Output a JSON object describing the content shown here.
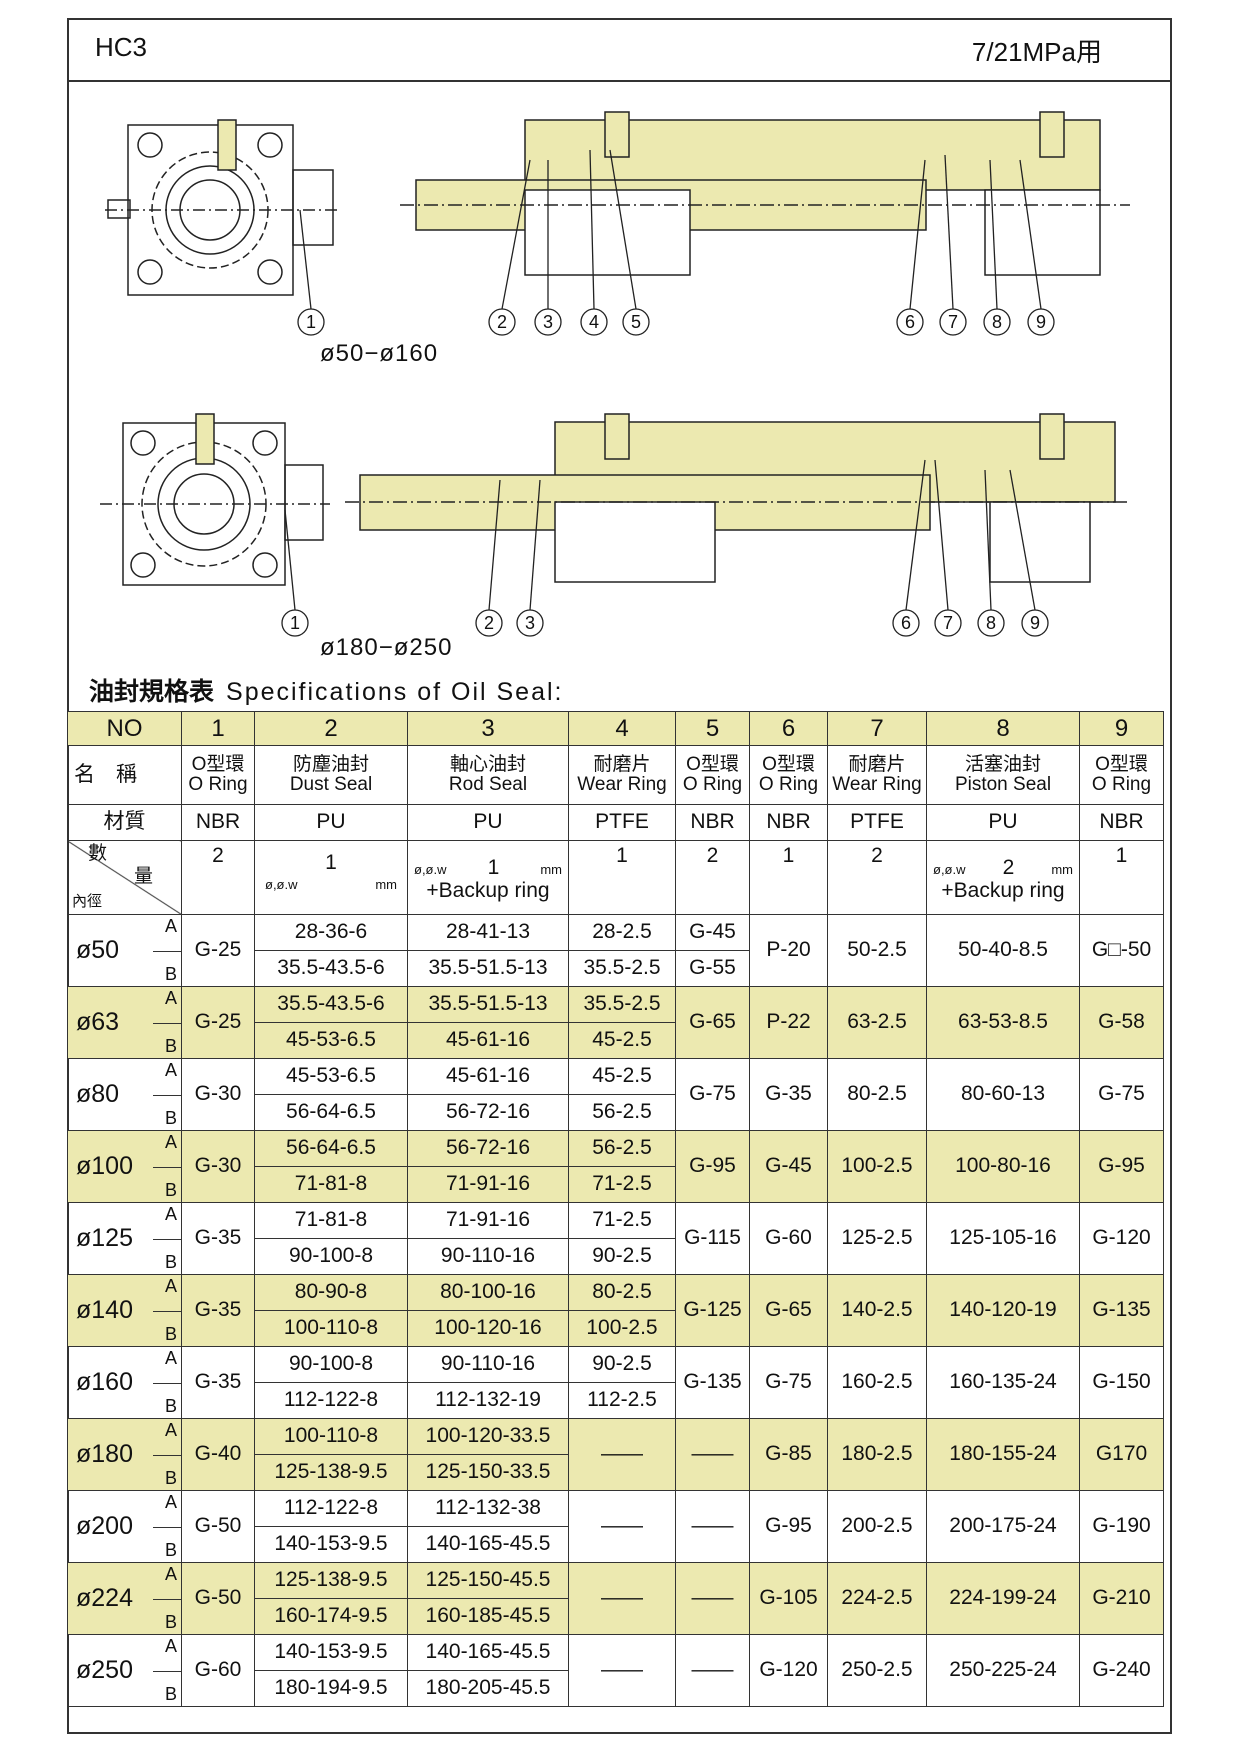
{
  "header": {
    "model": "HC3",
    "pressure": "7/21MPa用"
  },
  "drawings": {
    "top": {
      "range": "ø50−ø160",
      "callouts": [
        "1",
        "2",
        "3",
        "4",
        "5",
        "6",
        "7",
        "8",
        "9"
      ]
    },
    "bottom": {
      "range": "ø180−ø250",
      "callouts": [
        "1",
        "2",
        "3",
        "6",
        "7",
        "8",
        "9"
      ]
    }
  },
  "spec": {
    "title_zh": "油封規格表",
    "title_en": "Specifications of Oil Seal:"
  },
  "table": {
    "no_label": "NO",
    "numbers": [
      "1",
      "2",
      "3",
      "4",
      "5",
      "6",
      "7",
      "8",
      "9"
    ],
    "name_label": "名　稱",
    "names": [
      [
        "O型環",
        "O Ring"
      ],
      [
        "防塵油封",
        "Dust Seal"
      ],
      [
        "軸心油封",
        "Rod Seal"
      ],
      [
        "耐磨片",
        "Wear Ring"
      ],
      [
        "O型環",
        "O Ring"
      ],
      [
        "O型環",
        "O Ring"
      ],
      [
        "耐磨片",
        "Wear Ring"
      ],
      [
        "活塞油封",
        "Piston Seal"
      ],
      [
        "O型環",
        "O Ring"
      ]
    ],
    "material_label": "材質",
    "materials": [
      "NBR",
      "PU",
      "PU",
      "PTFE",
      "NBR",
      "NBR",
      "PTFE",
      "PU",
      "NBR"
    ],
    "qty_label": "數",
    "qty_label2": "量",
    "bore_label": "內徑",
    "qty": [
      "2",
      "1",
      "1",
      "1",
      "2",
      "1",
      "2",
      "2",
      "1"
    ],
    "qty_unit_prefix": "ø,ø.w",
    "qty_unit": "mm",
    "backup": "+Backup ring",
    "ab": [
      "A",
      "B"
    ],
    "rows": [
      {
        "bore": "ø50",
        "c1": "G-25",
        "c2": [
          "28-36-6",
          "35.5-43.5-6"
        ],
        "c3": [
          "28-41-13",
          "35.5-51.5-13"
        ],
        "c4": [
          "28-2.5",
          "35.5-2.5"
        ],
        "c5": [
          "G-45",
          "G-55"
        ],
        "c6": "P-20",
        "c7": "50-2.5",
        "c8": "50-40-8.5",
        "c9": "G□-50"
      },
      {
        "bore": "ø63",
        "c1": "G-25",
        "c2": [
          "35.5-43.5-6",
          "45-53-6.5"
        ],
        "c3": [
          "35.5-51.5-13",
          "45-61-16"
        ],
        "c4": [
          "35.5-2.5",
          "45-2.5"
        ],
        "c5": "G-65",
        "c6": "P-22",
        "c7": "63-2.5",
        "c8": "63-53-8.5",
        "c9": "G-58"
      },
      {
        "bore": "ø80",
        "c1": "G-30",
        "c2": [
          "45-53-6.5",
          "56-64-6.5"
        ],
        "c3": [
          "45-61-16",
          "56-72-16"
        ],
        "c4": [
          "45-2.5",
          "56-2.5"
        ],
        "c5": "G-75",
        "c6": "G-35",
        "c7": "80-2.5",
        "c8": "80-60-13",
        "c9": "G-75"
      },
      {
        "bore": "ø100",
        "c1": "G-30",
        "c2": [
          "56-64-6.5",
          "71-81-8"
        ],
        "c3": [
          "56-72-16",
          "71-91-16"
        ],
        "c4": [
          "56-2.5",
          "71-2.5"
        ],
        "c5": "G-95",
        "c6": "G-45",
        "c7": "100-2.5",
        "c8": "100-80-16",
        "c9": "G-95"
      },
      {
        "bore": "ø125",
        "c1": "G-35",
        "c2": [
          "71-81-8",
          "90-100-8"
        ],
        "c3": [
          "71-91-16",
          "90-110-16"
        ],
        "c4": [
          "71-2.5",
          "90-2.5"
        ],
        "c5": "G-115",
        "c6": "G-60",
        "c7": "125-2.5",
        "c8": "125-105-16",
        "c9": "G-120"
      },
      {
        "bore": "ø140",
        "c1": "G-35",
        "c2": [
          "80-90-8",
          "100-110-8"
        ],
        "c3": [
          "80-100-16",
          "100-120-16"
        ],
        "c4": [
          "80-2.5",
          "100-2.5"
        ],
        "c5": "G-125",
        "c6": "G-65",
        "c7": "140-2.5",
        "c8": "140-120-19",
        "c9": "G-135"
      },
      {
        "bore": "ø160",
        "c1": "G-35",
        "c2": [
          "90-100-8",
          "112-122-8"
        ],
        "c3": [
          "90-110-16",
          "112-132-19"
        ],
        "c4": [
          "90-2.5",
          "112-2.5"
        ],
        "c5": "G-135",
        "c6": "G-75",
        "c7": "160-2.5",
        "c8": "160-135-24",
        "c9": "G-150"
      },
      {
        "bore": "ø180",
        "c1": "G-40",
        "c2": [
          "100-110-8",
          "125-138-9.5"
        ],
        "c3": [
          "100-120-33.5",
          "125-150-33.5"
        ],
        "c4": "——",
        "c5": "——",
        "c6": "G-85",
        "c7": "180-2.5",
        "c8": "180-155-24",
        "c9": "G170"
      },
      {
        "bore": "ø200",
        "c1": "G-50",
        "c2": [
          "112-122-8",
          "140-153-9.5"
        ],
        "c3": [
          "112-132-38",
          "140-165-45.5"
        ],
        "c4": "——",
        "c5": "——",
        "c6": "G-95",
        "c7": "200-2.5",
        "c8": "200-175-24",
        "c9": "G-190"
      },
      {
        "bore": "ø224",
        "c1": "G-50",
        "c2": [
          "125-138-9.5",
          "160-174-9.5"
        ],
        "c3": [
          "125-150-45.5",
          "160-185-45.5"
        ],
        "c4": "——",
        "c5": "——",
        "c6": "G-105",
        "c7": "224-2.5",
        "c8": "224-199-24",
        "c9": "G-210"
      },
      {
        "bore": "ø250",
        "c1": "G-60",
        "c2": [
          "140-153-9.5",
          "180-194-9.5"
        ],
        "c3": [
          "140-165-45.5",
          "180-205-45.5"
        ],
        "c4": "——",
        "c5": "——",
        "c6": "G-120",
        "c7": "250-2.5",
        "c8": "250-225-24",
        "c9": "G-240"
      }
    ]
  },
  "colors": {
    "highlight": "#ece9b0",
    "line": "#333333"
  }
}
